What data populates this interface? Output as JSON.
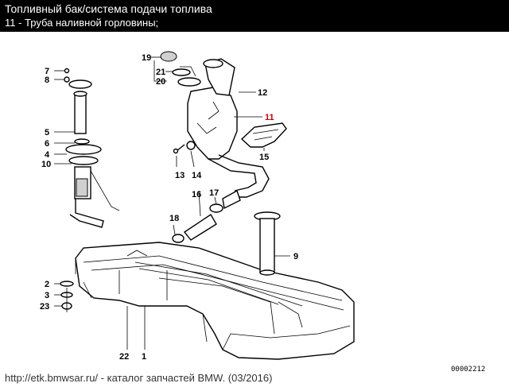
{
  "header": {
    "title": "Топливный бак/система подачи топлива",
    "subtitle": "11 - Труба наливной горловины;"
  },
  "diagram": {
    "callouts": [
      {
        "id": "c19",
        "label": "19",
        "highlight": false
      },
      {
        "id": "c21",
        "label": "21",
        "highlight": false
      },
      {
        "id": "c20",
        "label": "20",
        "highlight": false
      },
      {
        "id": "c12",
        "label": "12",
        "highlight": false
      },
      {
        "id": "c11",
        "label": "11",
        "highlight": true
      },
      {
        "id": "c15",
        "label": "15",
        "highlight": false
      },
      {
        "id": "c7",
        "label": "7",
        "highlight": false
      },
      {
        "id": "c8",
        "label": "8",
        "highlight": false
      },
      {
        "id": "c5",
        "label": "5",
        "highlight": false
      },
      {
        "id": "c6",
        "label": "6",
        "highlight": false
      },
      {
        "id": "c4",
        "label": "4",
        "highlight": false
      },
      {
        "id": "c10",
        "label": "10",
        "highlight": false
      },
      {
        "id": "c13",
        "label": "13",
        "highlight": false
      },
      {
        "id": "c14",
        "label": "14",
        "highlight": false
      },
      {
        "id": "c16",
        "label": "16",
        "highlight": false
      },
      {
        "id": "c17",
        "label": "17",
        "highlight": false
      },
      {
        "id": "c18",
        "label": "18",
        "highlight": false
      },
      {
        "id": "c9",
        "label": "9",
        "highlight": false
      },
      {
        "id": "c2",
        "label": "2",
        "highlight": false
      },
      {
        "id": "c3",
        "label": "3",
        "highlight": false
      },
      {
        "id": "c23",
        "label": "23",
        "highlight": false
      },
      {
        "id": "c22",
        "label": "22",
        "highlight": false
      },
      {
        "id": "c1",
        "label": "1",
        "highlight": false
      }
    ],
    "highlight_color": "#cc0000"
  },
  "footer": {
    "source": "http://etk.bmwsar.ru/ - каталог запчастей BMW. (03/2016)",
    "code": "00002212"
  }
}
